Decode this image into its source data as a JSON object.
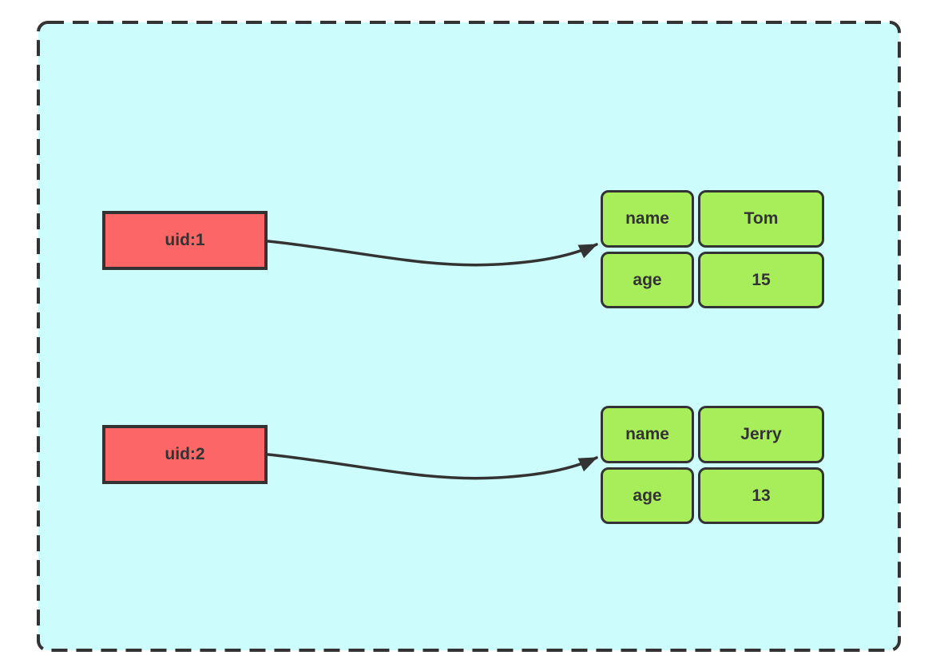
{
  "diagram": {
    "colors": {
      "canvas_bg": "#ffffff",
      "container_fill": "#ccfcfc",
      "container_border": "#333333",
      "key_fill": "#fc6666",
      "value_fill": "#a8ee5a",
      "cell_border": "#333333",
      "text_color": "#333333",
      "arrow_color": "#333333"
    },
    "records": [
      {
        "key": "uid:1",
        "fields": [
          {
            "label": "name",
            "value": "Tom"
          },
          {
            "label": "age",
            "value": "15"
          }
        ]
      },
      {
        "key": "uid:2",
        "fields": [
          {
            "label": "name",
            "value": "Jerry"
          },
          {
            "label": "age",
            "value": "13"
          }
        ]
      }
    ]
  }
}
